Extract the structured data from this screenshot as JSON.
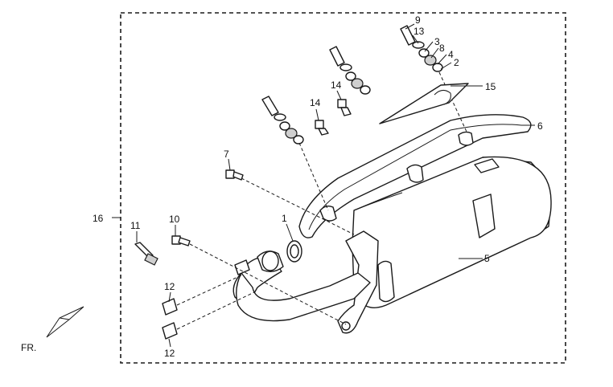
{
  "callouts": {
    "p1": "1",
    "p2": "2",
    "p3": "3",
    "p4": "4",
    "p5": "5",
    "p6": "6",
    "p7": "7",
    "p8": "8",
    "p9": "9",
    "p10": "10",
    "p11": "11",
    "p12a": "12",
    "p12b": "12",
    "p13": "13",
    "p14a": "14",
    "p14b": "14",
    "p15": "15",
    "p16": "16"
  },
  "direction_label": "FR."
}
